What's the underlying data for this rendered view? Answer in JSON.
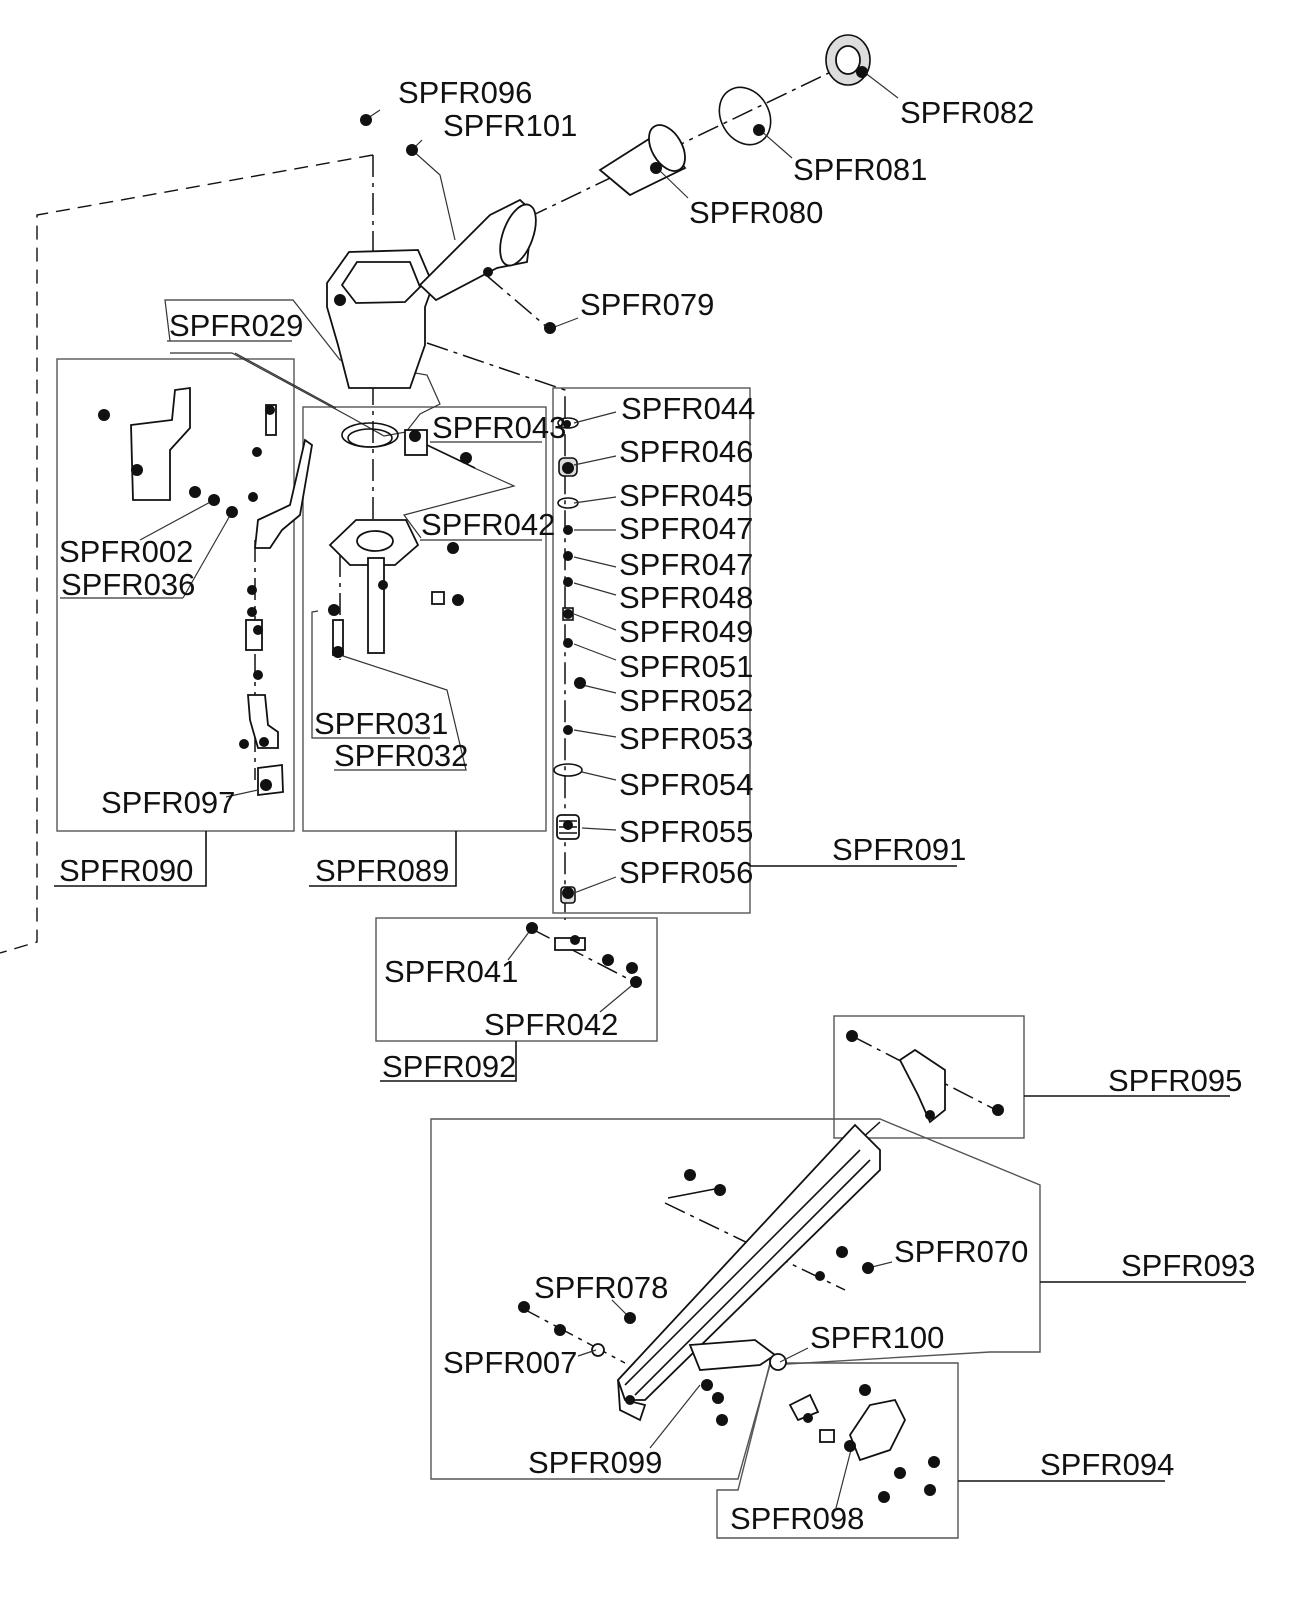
{
  "labels": {
    "spfr096": "SPFR096",
    "spfr101": "SPFR101",
    "spfr082": "SPFR082",
    "spfr081": "SPFR081",
    "spfr080": "SPFR080",
    "spfr079": "SPFR079",
    "spfr029": "SPFR029",
    "spfr043": "SPFR043",
    "spfr042_upper": "SPFR042",
    "spfr002": "SPFR002",
    "spfr036": "SPFR036",
    "spfr031": "SPFR031",
    "spfr032": "SPFR032",
    "spfr097": "SPFR097",
    "spfr090": "SPFR090",
    "spfr089": "SPFR089",
    "spfr044": "SPFR044",
    "spfr046": "SPFR046",
    "spfr045": "SPFR045",
    "spfr047_a": "SPFR047",
    "spfr047_b": "SPFR047",
    "spfr048": "SPFR048",
    "spfr049": "SPFR049",
    "spfr051": "SPFR051",
    "spfr052": "SPFR052",
    "spfr053": "SPFR053",
    "spfr054": "SPFR054",
    "spfr055": "SPFR055",
    "spfr056": "SPFR056",
    "spfr091": "SPFR091",
    "spfr041": "SPFR041",
    "spfr042_lower": "SPFR042",
    "spfr092": "SPFR092",
    "spfr095": "SPFR095",
    "spfr070": "SPFR070",
    "spfr093": "SPFR093",
    "spfr078": "SPFR078",
    "spfr100": "SPFR100",
    "spfr007": "SPFR007",
    "spfr099": "SPFR099",
    "spfr094": "SPFR094",
    "spfr098": "SPFR098"
  },
  "colors": {
    "ink": "#111111",
    "background": "#ffffff"
  }
}
